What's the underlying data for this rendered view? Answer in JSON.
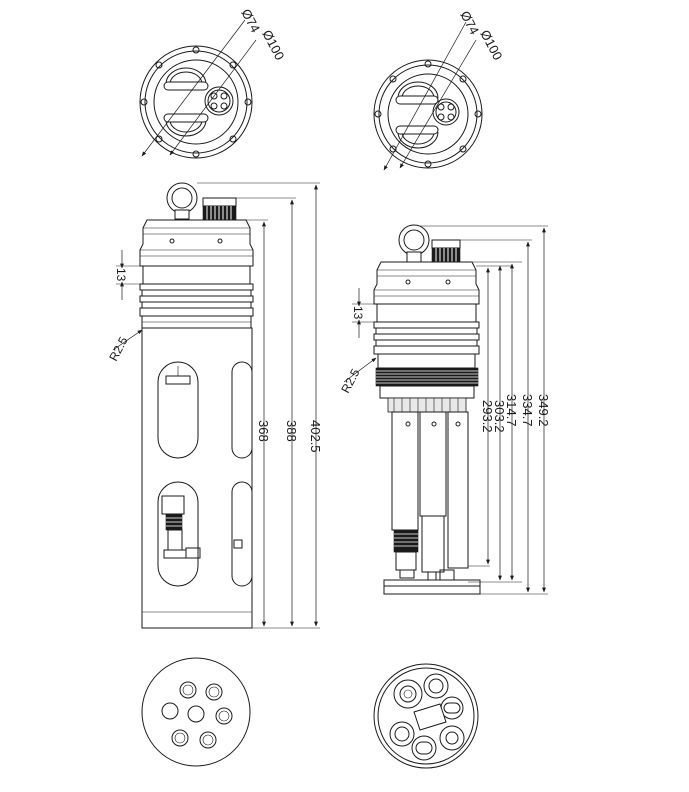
{
  "views": {
    "left": {
      "top_diameter_inner": "Ø74",
      "top_diameter_outer": "Ø100",
      "radius": "R2.5",
      "gap": "13",
      "heights": [
        "368",
        "388",
        "402.5"
      ]
    },
    "right": {
      "top_diameter_inner": "Ø74",
      "top_diameter_outer": "Ø100",
      "radius": "R2.5",
      "gap": "13",
      "heights": [
        "293.2",
        "303.2",
        "314.7",
        "334.7",
        "349.2"
      ]
    }
  }
}
